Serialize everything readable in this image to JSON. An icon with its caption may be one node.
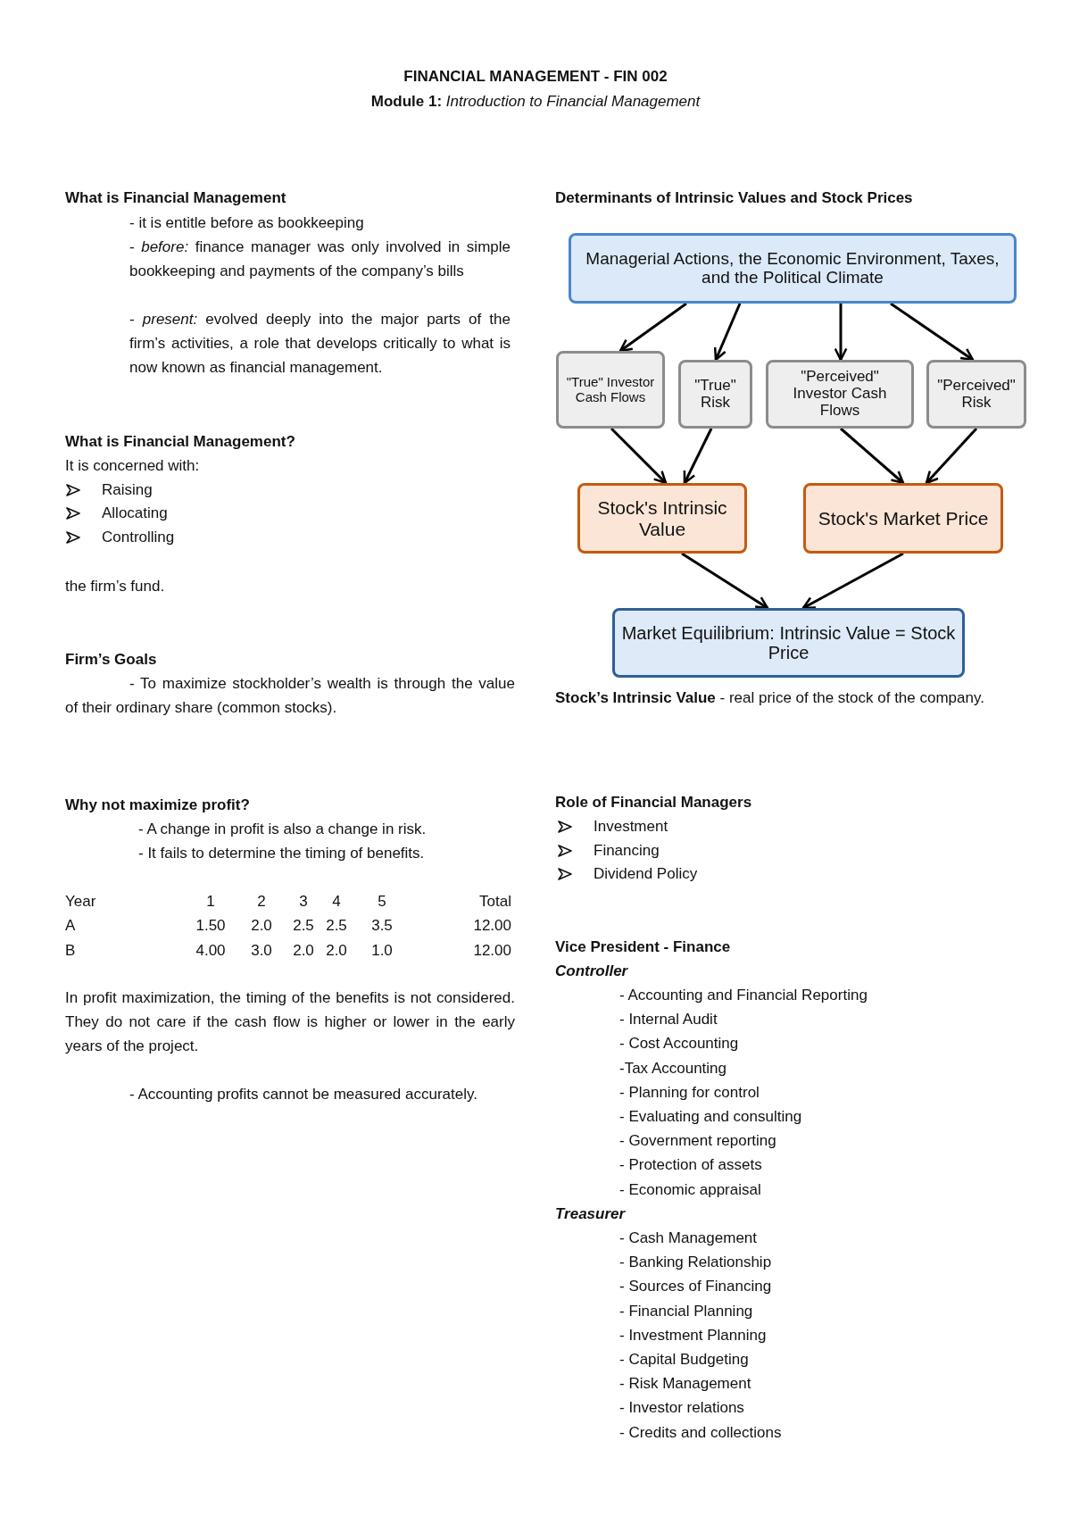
{
  "diagram": {
    "title": "FINANCIAL MANAGEMENT - FIN 002",
    "nodes": [
      {
        "text": [
          "Managerial Actions, the Economic Environment, Taxes, and the Political Climate"
        ]
      },
      {
        "text": [
          "\"True\" Investor Cash Flows"
        ]
      },
      {
        "text": [
          "\"True\" Risk"
        ]
      },
      {
        "text": [
          "\"Perceived\" Investor Cash Flows"
        ]
      },
      {
        "text": [
          "\"Perceived\" Risk"
        ]
      },
      {
        "text": [
          "Stock's Intrinsic Value"
        ]
      },
      {
        "text": [
          "Stock's Market Price"
        ]
      },
      {
        "text": [
          "Market Equilibrium: Intrinsic Value = Stock Price"
        ]
      }
    ],
    "edges": [
      {
        "from": 0,
        "to": 1,
        "arrow": "to"
      },
      {
        "from": 0,
        "to": 2,
        "arrow": "to"
      },
      {
        "from": 0,
        "to": 3,
        "arrow": "to"
      },
      {
        "from": 0,
        "to": 4,
        "arrow": "to"
      },
      {
        "from": 1,
        "to": 5,
        "arrow": "to"
      },
      {
        "from": 2,
        "to": 5,
        "arrow": "to"
      },
      {
        "from": 3,
        "to": 6,
        "arrow": "to"
      },
      {
        "from": 4,
        "to": 6,
        "arrow": "to"
      },
      {
        "from": 5,
        "to": 7,
        "arrow": "to"
      },
      {
        "from": 6,
        "to": 7,
        "arrow": "to"
      }
    ],
    "labels": [
      "**Module 1:** *Introduction to Financial Management*",
      "What is Financial Management",
      "- it is entitle before as bookkeeping",
      "- *before:* finance manager was only involved in simple bookkeeping and payments of the company’s bills",
      "- *present:* evolved deeply into the major parts of the firm’s activities, a role that develops critically to what is now known as financial management.",
      "What is Financial Management?",
      "It is concerned with:",
      "Raising",
      "Allocating",
      "Controlling",
      "the firm’s fund.",
      "Firm’s Goals",
      "- To maximize stockholder’s wealth is through the value of their ordinary share (common stocks).",
      "Why not maximize profit?",
      "- A change in profit is also a change in risk.",
      "- It fails to determine the timing of benefits.",
      "Year",
      "1",
      "2",
      "3",
      "4",
      "5",
      "Total",
      "A",
      "1.50",
      "2.0",
      "2.5",
      "2.5",
      "3.5",
      "12.00",
      "B",
      "4.00",
      "3.0",
      "2.0",
      "2.0",
      "1.0",
      "12.00",
      "In profit maximization, the timing of the benefits is not considered. They do not care if the cash flow is higher or lower in the early years of the project.",
      "- Accounting profits cannot be measured accurately.",
      "Determinants of Intrinsic Values and Stock Prices",
      "**Stock’s Intrinsic Value** - real price of the stock of the company.",
      "Role of Financial Managers",
      "Investment",
      "Financing",
      "Dividend Policy",
      "Vice President - Finance",
      "Controller",
      "- Accounting and Financial Reporting",
      "- Internal Audit",
      "- Cost Accounting",
      "-Tax Accounting",
      "- Planning for control",
      "- Evaluating and consulting",
      "- Government reporting",
      "- Protection of assets",
      "- Economic appraisal",
      "Treasurer",
      "- Cash Management",
      "- Banking Relationship",
      "- Sources of Financing",
      "- Financial Planning",
      "- Investment Planning",
      "- Capital Budgeting",
      "- Risk Management",
      "- Investor relations",
      "- Credits and collections"
    ]
  }
}
